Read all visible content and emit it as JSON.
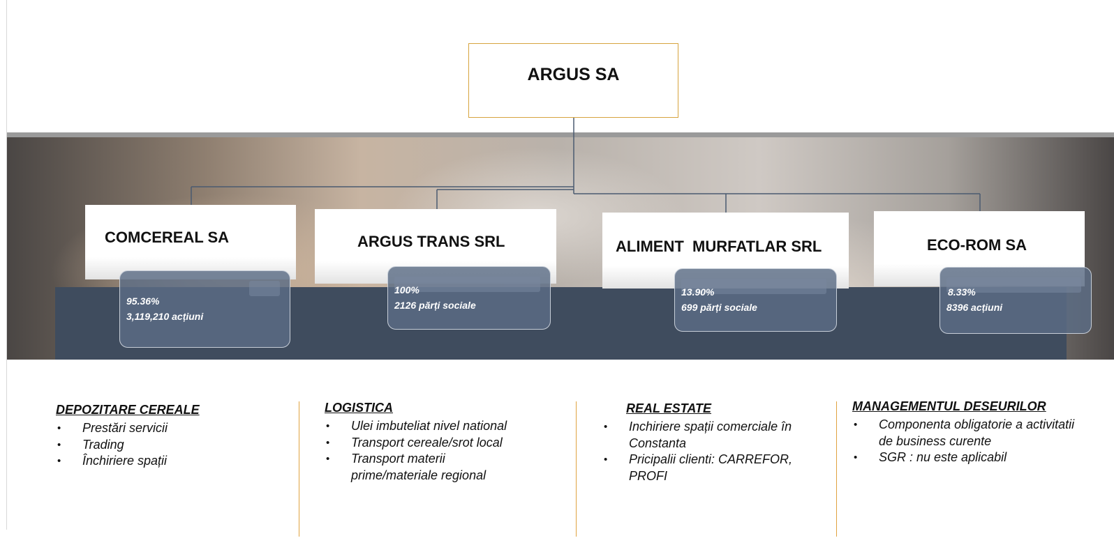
{
  "root": {
    "title": "ARGUS SA"
  },
  "subsidiaries": [
    {
      "name": "COMCEREAL SA",
      "percent": "95.36%",
      "shares": "3,119,210 acțiuni"
    },
    {
      "name": "ARGUS TRANS SRL",
      "percent": "100%",
      "shares": "2126 părți sociale"
    },
    {
      "name": "ALIMENT  MURFATLAR SRL",
      "percent": "13.90%",
      "shares": "699 părți sociale"
    },
    {
      "name": "ECO-ROM SA",
      "percent": "8.33%",
      "shares": "8396 acțiuni"
    }
  ],
  "activities": [
    {
      "heading": "DEPOZITARE CEREALE",
      "items": [
        "Prestări servicii",
        "Trading",
        "Închiriere spații"
      ]
    },
    {
      "heading": "LOGISTICA",
      "items": [
        "Ulei imbuteliat nivel national",
        "Transport cereale/srot local",
        "Transport materii prime/materiale regional"
      ]
    },
    {
      "heading": "REAL ESTATE",
      "items": [
        "Inchiriere spații comerciale în Constanta",
        "Pricipalii clienti: CARREFOR, PROFI"
      ]
    },
    {
      "heading": "MANAGEMENTUL DESEURILOR",
      "items": [
        "Componenta obligatorie a activitatii de business curente",
        "SGR : nu este aplicabil"
      ]
    }
  ],
  "colors": {
    "accent": "#d6a33e",
    "panel": "#3f4c5e",
    "stake_box": "#5b6c85",
    "connector": "#4a5a70"
  }
}
